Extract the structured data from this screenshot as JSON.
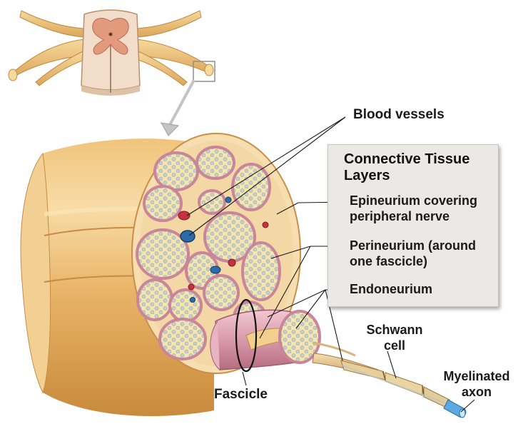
{
  "labels": {
    "blood_vessels": "Blood vessels",
    "box_title_line1": "Connective Tissue",
    "box_title_line2": "Layers",
    "epineurium_line1": "Epineurium covering",
    "epineurium_line2": "peripheral nerve",
    "perineurium_line1": "Perineurium (around",
    "perineurium_line2": "one fascicle)",
    "endoneurium": "Endoneurium",
    "schwann_line1": "Schwann",
    "schwann_line2": "cell",
    "myelinated_line1": "Myelinated",
    "myelinated_line2": "axon",
    "fascicle": "Fascicle"
  },
  "colors": {
    "nerve_outer": "#e8b466",
    "nerve_highlight": "#f6d79c",
    "nerve_shadow": "#c98a3c",
    "perineurium": "#c9849a",
    "fascicle_fill": "#f3e7b5",
    "axon_dot": "#cfd6d4",
    "artery": "#c8323e",
    "vein": "#2d6aa8",
    "spinal_white": "#f4e6da",
    "spinal_grey": "#e4a083",
    "box_bg": "#ebe9e6"
  }
}
